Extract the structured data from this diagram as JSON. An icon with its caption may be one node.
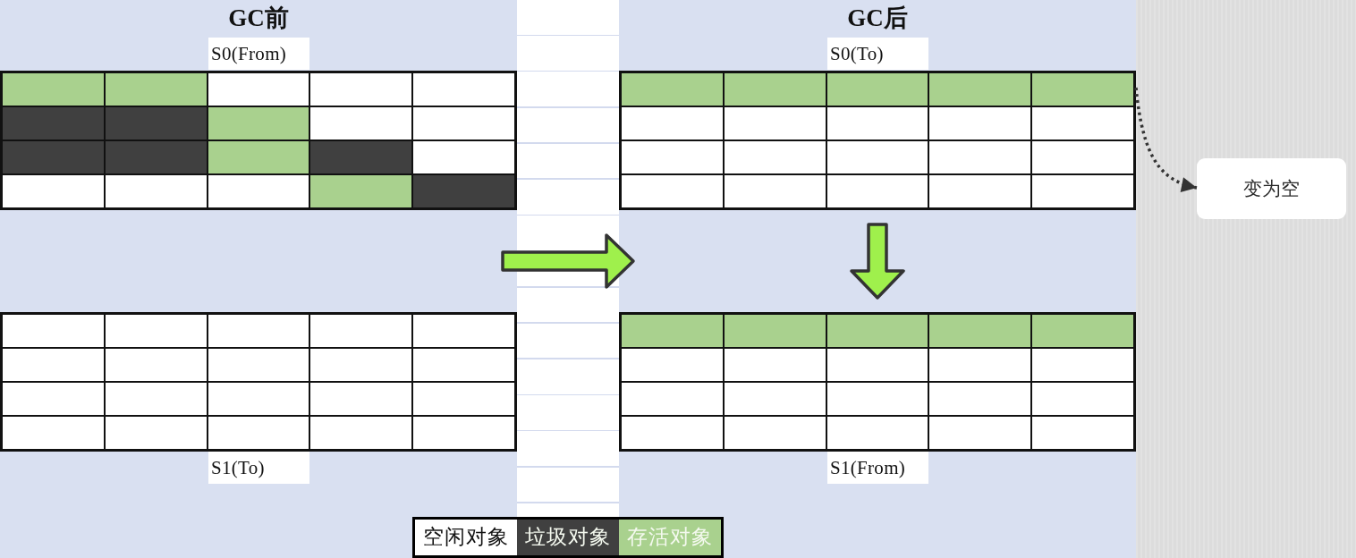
{
  "diagram": {
    "nodes": [
      {
        "text": [
          "GC前"
        ]
      },
      {
        "text": [
          "S0(From)"
        ],
        "in": 0
      },
      {
        "text": [
          "S1(To)"
        ],
        "in": 0
      },
      {
        "text": [
          "GC后"
        ]
      },
      {
        "text": [
          "S0(To)"
        ],
        "in": 3
      },
      {
        "text": [
          "S1(From)"
        ],
        "in": 3
      },
      {
        "text": [
          "变为空"
        ]
      }
    ],
    "edges": [
      {
        "from": 0,
        "to": 3,
        "arrow": "to"
      },
      {
        "from": 4,
        "to": 5,
        "arrow": "to"
      },
      {
        "from": 4,
        "to": 6,
        "arrow": "to",
        "style": "dashed",
        "color": "#333333"
      }
    ],
    "legend": [
      {
        "text": "空闲对象",
        "color": "#ffffff"
      },
      {
        "text": "垃圾对象",
        "color": "#404040"
      },
      {
        "text": "存活对象",
        "color": "#a9d18e"
      }
    ]
  }
}
